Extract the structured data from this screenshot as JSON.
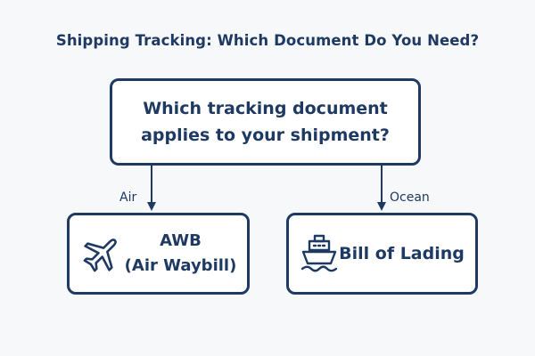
{
  "title": "Shipping Tracking: Which Document Do You Need?",
  "question": "Which tracking document\napplies to your shipment?",
  "branches": {
    "air": {
      "edge_label": "Air",
      "result_line1": "AWB",
      "result_line2": "(Air Waybill)",
      "icon": "airplane-icon"
    },
    "ocean": {
      "edge_label": "Ocean",
      "result": "Bill of Lading",
      "icon": "ship-icon"
    }
  },
  "colors": {
    "primary": "#1e3a63",
    "background": "#f7f8fa",
    "box_fill": "#ffffff"
  }
}
